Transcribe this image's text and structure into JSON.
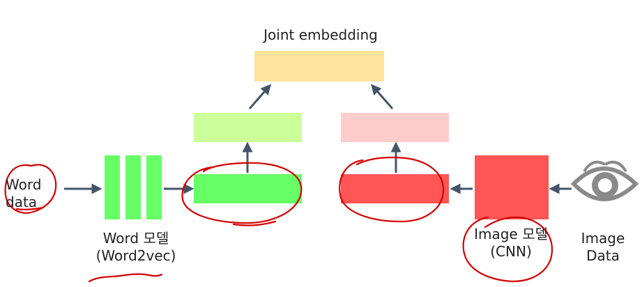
{
  "title": "Joint embedding",
  "word_input": {
    "label_line1": "Word",
    "label_line2": "data"
  },
  "word_model": {
    "label_line1": "Word 모델",
    "label_line2": "(Word2vec)"
  },
  "image_model": {
    "label_line1": "Image 모델",
    "label_line2": "(CNN)"
  },
  "image_input": {
    "label_line1": "Image",
    "label_line2": "Data",
    "icon": "eye-icon"
  },
  "colors": {
    "joint": "#fde49c",
    "word_projection": "#ccff99",
    "word_feature": "#66ff66",
    "word_model": "#66ff66",
    "image_projection": "#ffcccc",
    "image_feature": "#ff5555",
    "image_model": "#ff5555",
    "arrow": "#44546a",
    "annotation": "#d40000",
    "eye": "#8a8a8a"
  }
}
